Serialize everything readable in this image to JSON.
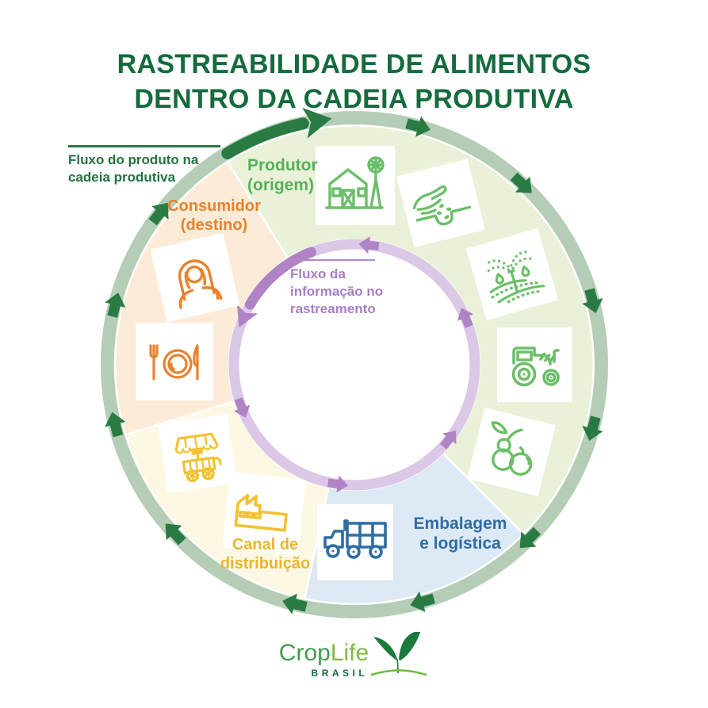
{
  "title": {
    "line1": "RASTREABILIDADE DE ALIMENTOS",
    "line2": "DENTRO DA CADEIA PRODUTIVA"
  },
  "flows": {
    "product": {
      "line1": "Fluxo do produto na",
      "line2": "cadeia produtiva",
      "direction": "clockwise",
      "arrow_color": "#2a7a44",
      "ring_color": "#b5cdb7"
    },
    "information": {
      "line1": "Fluxo da",
      "line2": "informação no",
      "line3": "rastreamento",
      "direction": "counter-clockwise",
      "arrow_color": "#b083c5",
      "ring_color": "#dbc7e6"
    }
  },
  "segments": {
    "produtor": {
      "label1": "Produtor",
      "label2": "(origem)",
      "color": "#56b157",
      "bg": "#eaf1d9",
      "icon_color": "#6cbf69",
      "icons": [
        "farm-icon",
        "hand-seeds-icon",
        "irrigation-icon",
        "tractor-icon",
        "fruits-icon"
      ]
    },
    "embalagem": {
      "label1": "Embalagem",
      "label2": "e logística",
      "color": "#2e6da4",
      "bg": "#dde9f5",
      "icon_color": "#2e6da4",
      "icons": [
        "truck-icon"
      ]
    },
    "canal": {
      "label1": "Canal de",
      "label2": "distribuição",
      "color": "#eab52d",
      "bg": "#fdf8e4",
      "icon_color": "#f1c232",
      "icons": [
        "factory-icon",
        "food-cart-icon"
      ]
    },
    "consumidor": {
      "label1": "Consumidor",
      "label2": "(destino)",
      "color": "#e8822d",
      "bg": "#fcecd7",
      "icon_color": "#e8822d",
      "icons": [
        "person-icon",
        "plate-icon"
      ]
    }
  },
  "logo": {
    "brand_part1": "Crop",
    "brand_part2": "Life",
    "country": "BRASIL",
    "icon": "sprout-icon"
  },
  "colors": {
    "title": "#156b3d"
  }
}
